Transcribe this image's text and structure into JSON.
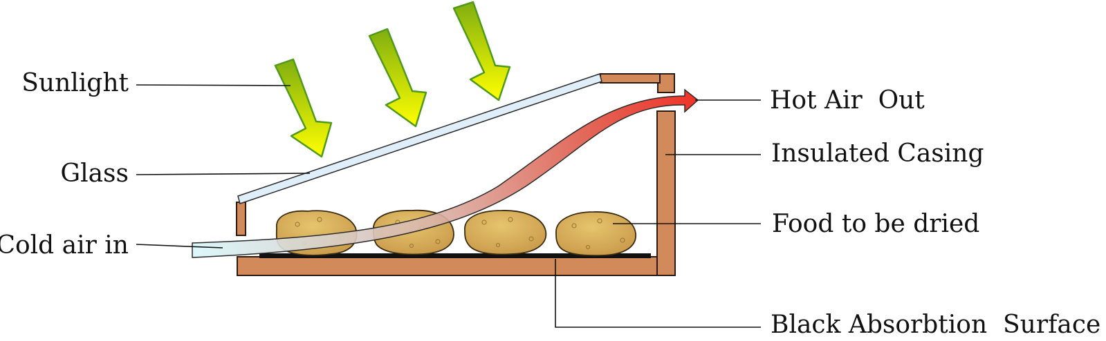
{
  "labels": {
    "sunlight": "Sunlight",
    "glass": "Glass",
    "cold_air_in": "Cold air in",
    "hot_air_out": "Hot Air  Out",
    "insulated_casing": "Insulated Casing",
    "food_to_be_dried": "Food to be dried",
    "black_absorption_surface": "Black Absorbtion  Surface"
  },
  "colors": {
    "casing": "#d28a5a",
    "casing_outline": "#2a1a10",
    "glass": "#dfeef8",
    "absorber": "#111111",
    "sun_arrow_top": "#7fae10",
    "sun_arrow_bottom": "#ffff00",
    "air_cold": "#d8f6fb",
    "air_hot": "#ee1c10",
    "potato": "#d8b05c"
  },
  "icons": {
    "sun": "sunlight-arrow-icon",
    "air": "airflow-arrow-icon",
    "food": "potato-icon"
  }
}
